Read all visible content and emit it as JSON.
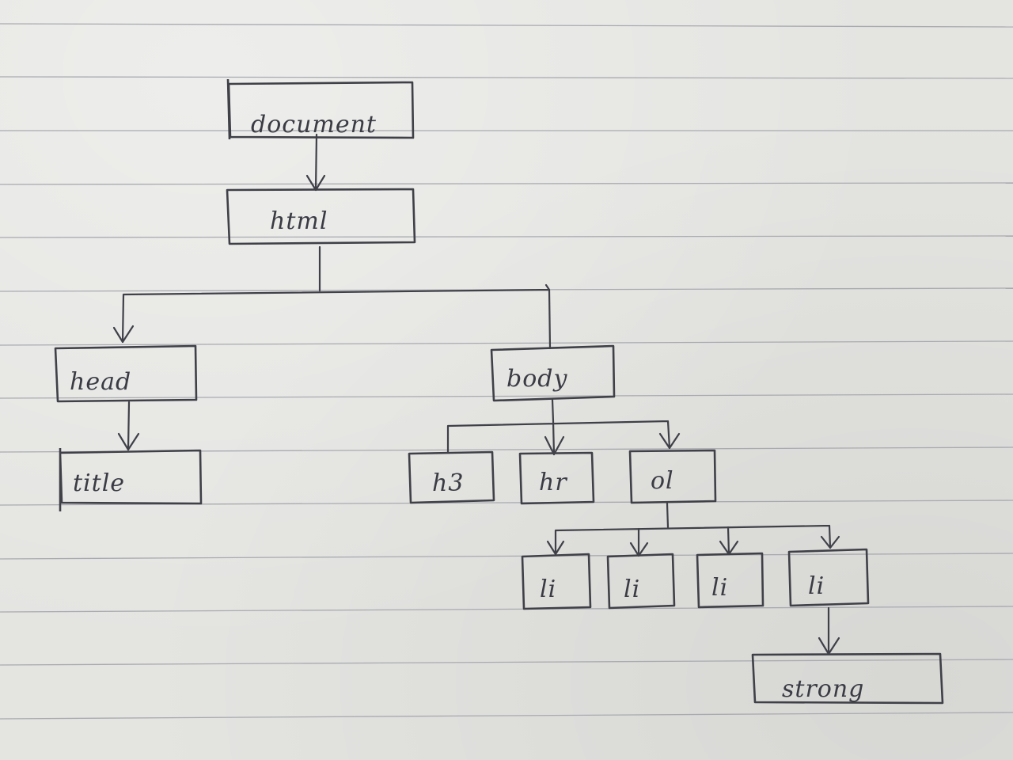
{
  "tree": {
    "nodes": {
      "document": "document",
      "html": "html",
      "head": "head",
      "title": "title",
      "body": "body",
      "h3": "h3",
      "hr": "hr",
      "ol": "ol",
      "li_1": "li",
      "li_2": "li",
      "li_3": "li",
      "li_4": "li",
      "strong": "strong"
    },
    "edges": [
      [
        "document",
        "html"
      ],
      [
        "html",
        "head"
      ],
      [
        "html",
        "body"
      ],
      [
        "head",
        "title"
      ],
      [
        "body",
        "h3"
      ],
      [
        "body",
        "hr"
      ],
      [
        "body",
        "ol"
      ],
      [
        "ol",
        "li_1"
      ],
      [
        "ol",
        "li_2"
      ],
      [
        "ol",
        "li_3"
      ],
      [
        "ol",
        "li_4"
      ],
      [
        "li_4",
        "strong"
      ]
    ]
  }
}
